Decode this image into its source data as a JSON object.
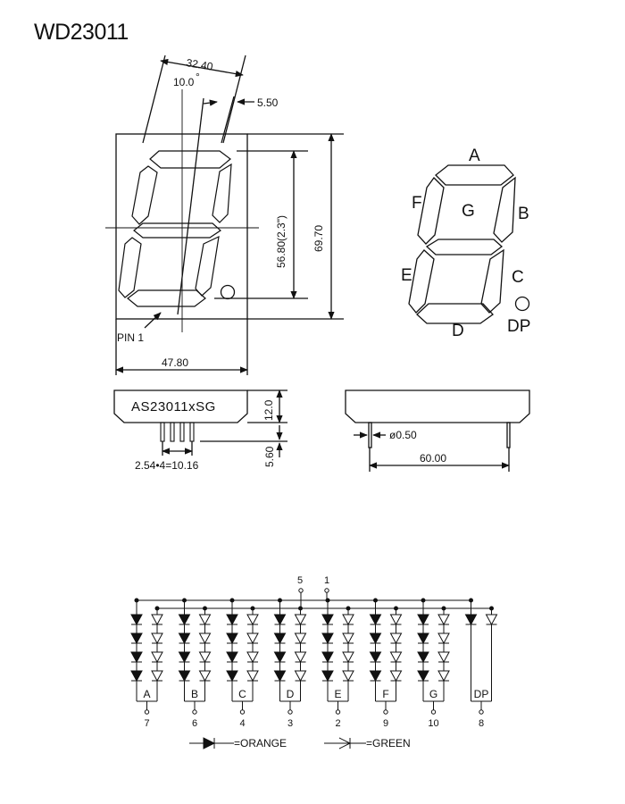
{
  "title": "WD23011",
  "front_view": {
    "dim_width_top": "32.40",
    "dim_angle": "10.0",
    "dim_angle_deg": "°",
    "dim_segment_offset": "5.50",
    "dim_digit_height": "56.80(2.3\")",
    "dim_body_height": "69.70",
    "dim_body_width": "47.80",
    "pin1_label": "PIN 1"
  },
  "segment_map": {
    "labels": [
      "A",
      "B",
      "C",
      "D",
      "E",
      "F",
      "G",
      "DP"
    ]
  },
  "side_view": {
    "part_number": "AS23011xSG",
    "dim_height": "12.0",
    "dim_pin_length": "5.60",
    "dim_pin_pitch": "2.54•4=10.16"
  },
  "end_view": {
    "dim_pin_diameter": "ø0.50",
    "dim_pin_span": "60.00"
  },
  "circuit": {
    "common_pins": [
      "5",
      "1"
    ],
    "segments": [
      {
        "label": "A",
        "pin": "7"
      },
      {
        "label": "B",
        "pin": "6"
      },
      {
        "label": "C",
        "pin": "4"
      },
      {
        "label": "D",
        "pin": "3"
      },
      {
        "label": "E",
        "pin": "2"
      },
      {
        "label": "F",
        "pin": "9"
      },
      {
        "label": "G",
        "pin": "10"
      },
      {
        "label": "DP",
        "pin": "8"
      }
    ],
    "legend_orange": "=ORANGE",
    "legend_green": "=GREEN"
  },
  "colors": {
    "ink": "#111111",
    "background": "#ffffff"
  }
}
